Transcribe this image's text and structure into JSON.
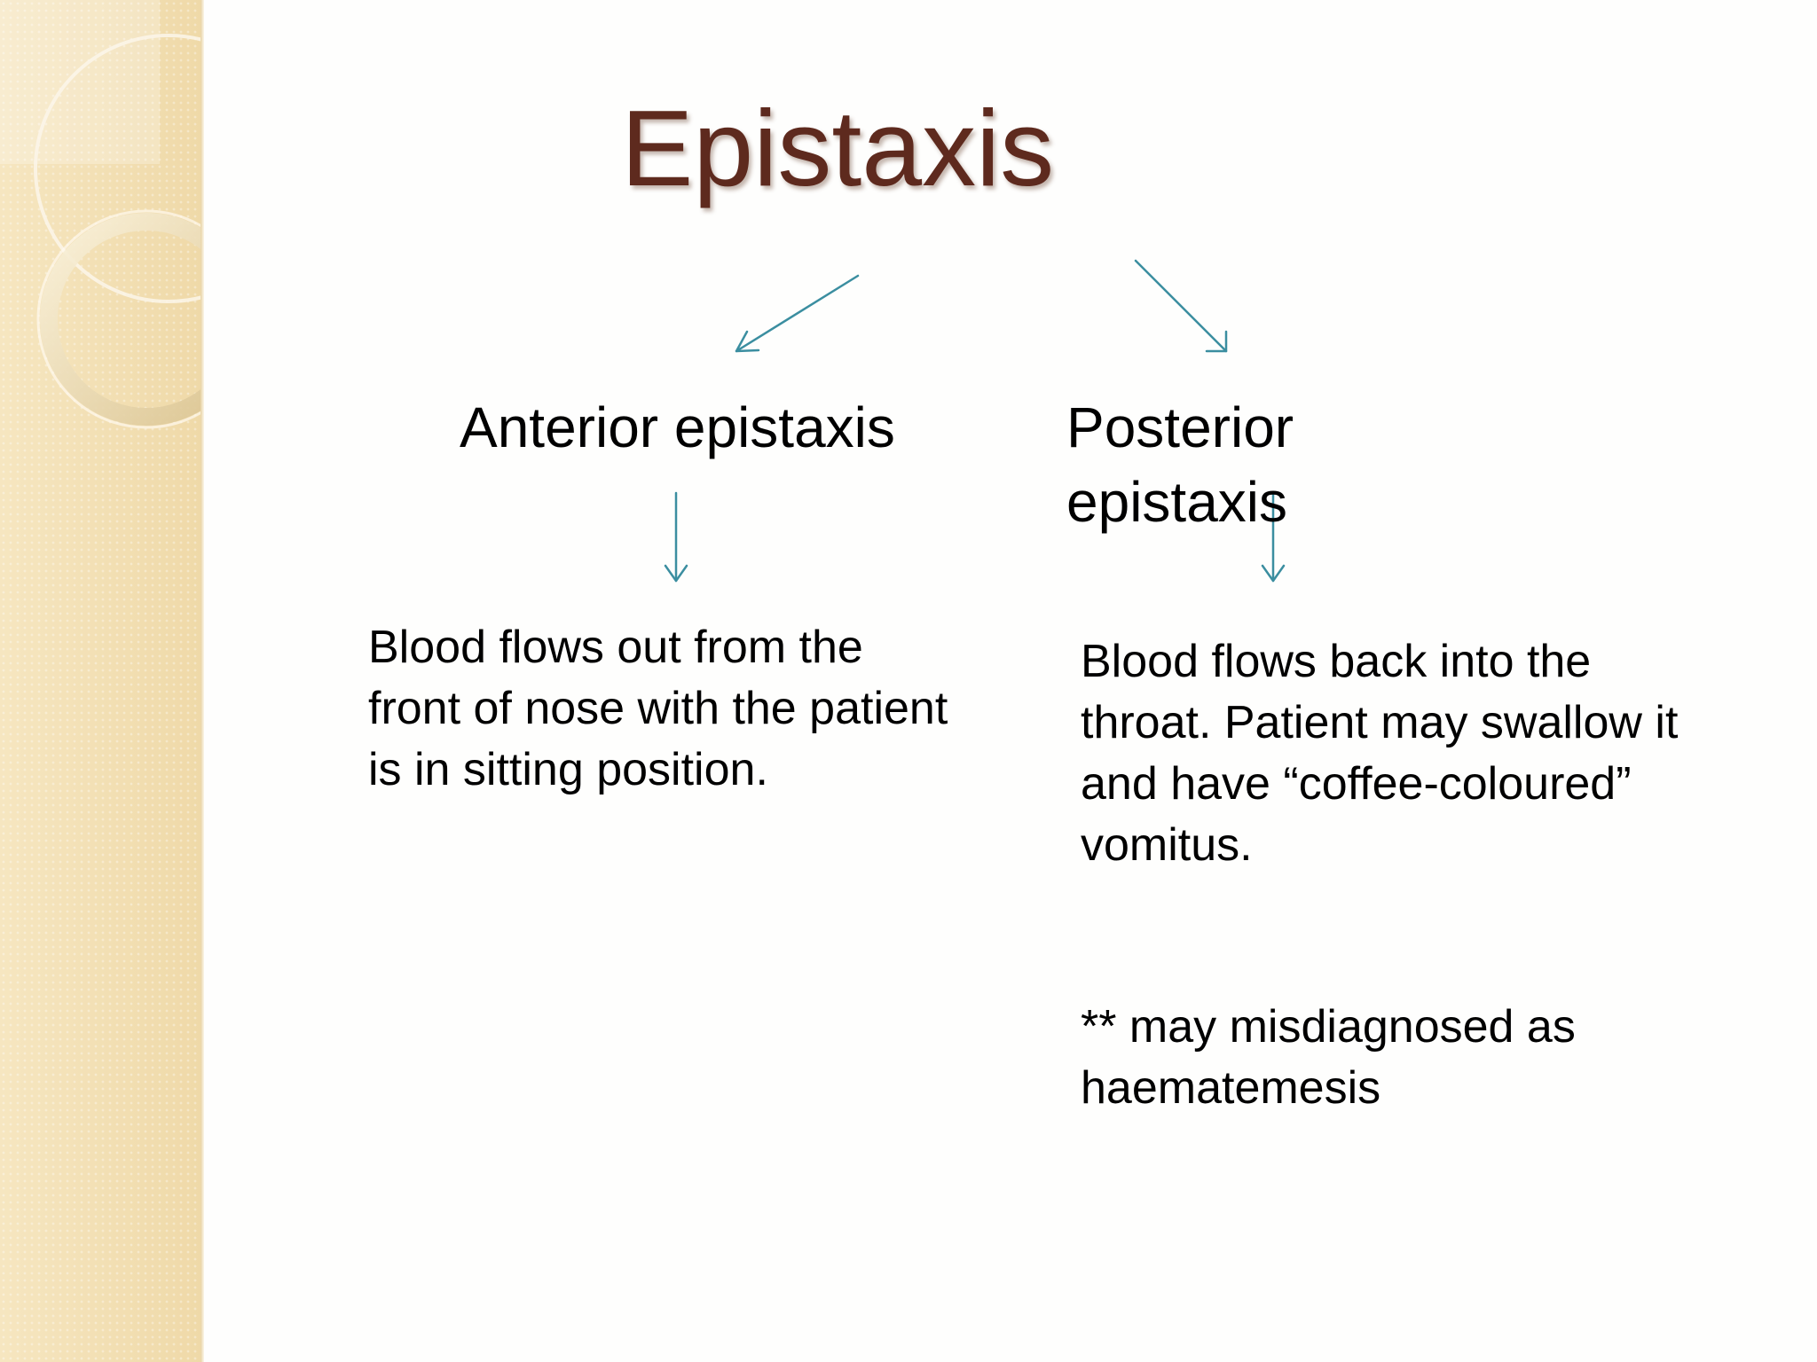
{
  "slide": {
    "title": "Epistaxis",
    "colors": {
      "title": "#5e2a1e",
      "arrow": "#3b8ea0",
      "side_panel": "#f2dfb2"
    },
    "branches": {
      "anterior": {
        "heading": "Anterior epistaxis",
        "description": "Blood flows out from the front of nose with the patient is in sitting position."
      },
      "posterior": {
        "heading": "Posterior epistaxis",
        "description": "Blood flows back into the throat. Patient may swallow it and have “coffee-coloured” vomitus.",
        "note": "** may misdiagnosed as haematemesis"
      }
    },
    "icons": {
      "arrow": "arrow-icon",
      "decoration": "ring-decoration"
    }
  }
}
